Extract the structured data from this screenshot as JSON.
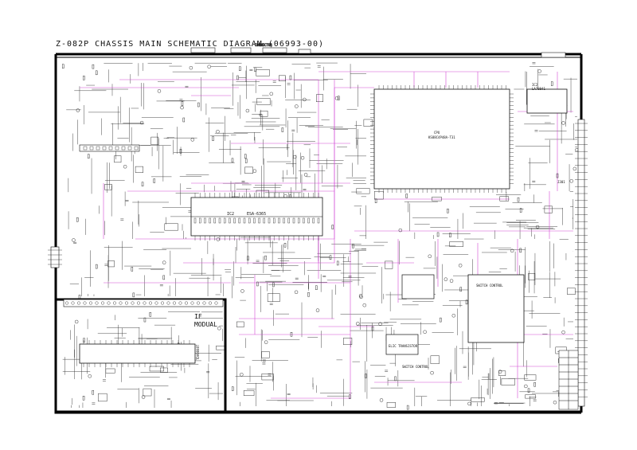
{
  "title": "Z-082P CHASSIS MAIN SCHEMATIC DIAGRAM (06993-00)",
  "if_module": {
    "line1": "IF",
    "line2": "MODUAL"
  },
  "labels": {
    "ic_mcu_name": "CPU",
    "ic_mcu_part": "KS88C4P48A-T31",
    "ic_jungle_ref": "IC2",
    "ic_jungle_name": "ESA-6365",
    "ic_vert_ref": "IC2",
    "ic_vert_part": "LA78041",
    "ic_audio": "ELIC TRANSISTOR",
    "ic_power_a": "SWITCH CONTROL",
    "ic_power_b": "SWITCH CONTROL",
    "ic_if_part": "TDA9808T",
    "connector_right": "J301",
    "connector_top": "CONNECTOR"
  },
  "colors": {
    "wire": "#333333",
    "signal": "#d24ad6",
    "frame": "#000000"
  }
}
